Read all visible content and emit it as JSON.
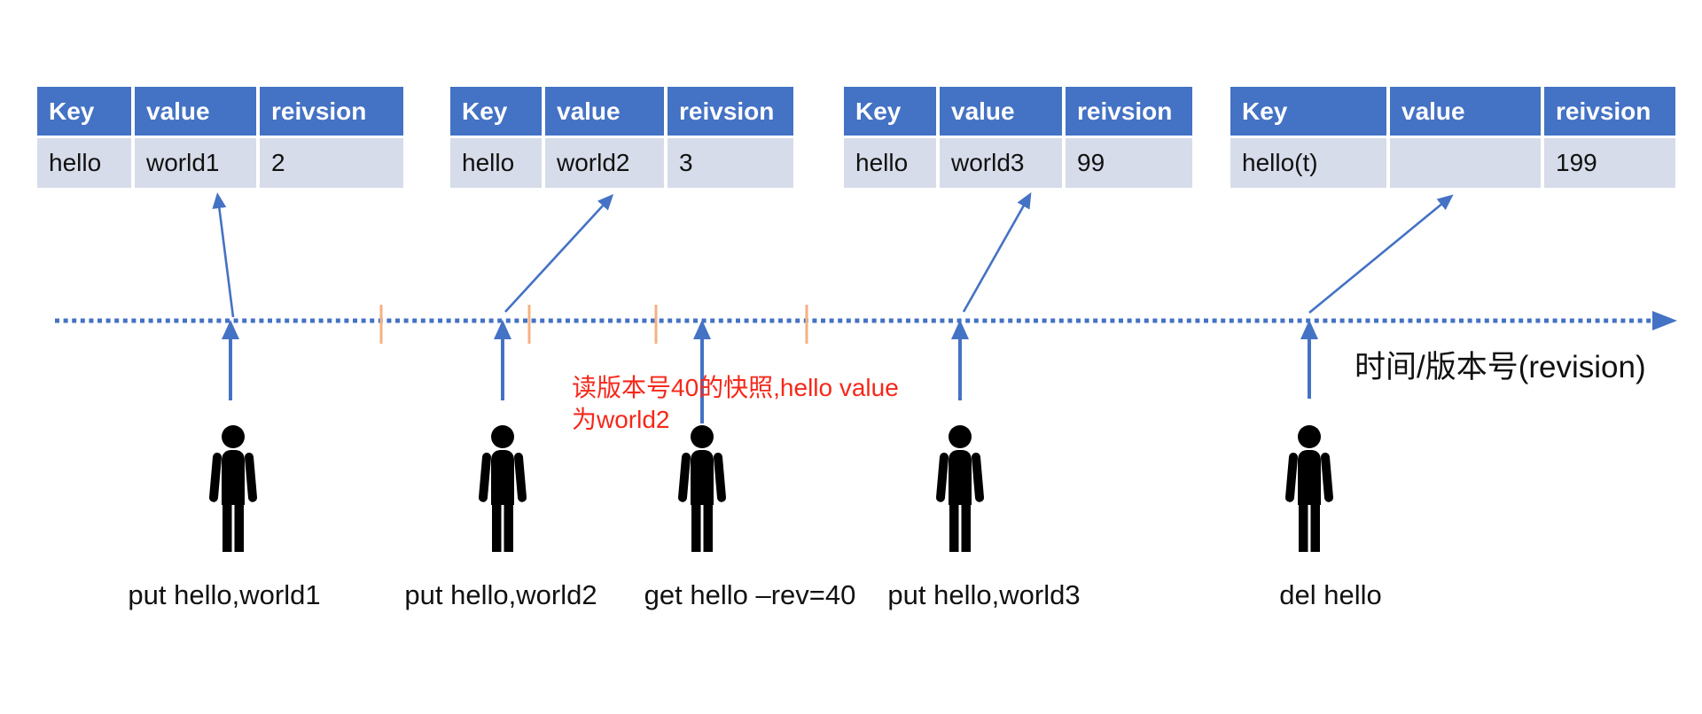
{
  "colors": {
    "header_bg": "#4472C4",
    "row_bg": "#D6DCE9",
    "arrow": "#4472C4",
    "tick": "#F4B183",
    "annotation": "#F5281B"
  },
  "tables": [
    {
      "headers": [
        "Key",
        "value",
        "reivsion"
      ],
      "row": [
        "hello",
        "world1",
        "2"
      ]
    },
    {
      "headers": [
        "Key",
        "value",
        "reivsion"
      ],
      "row": [
        "hello",
        "world2",
        "3"
      ]
    },
    {
      "headers": [
        "Key",
        "value",
        "reivsion"
      ],
      "row": [
        "hello",
        "world3",
        "99"
      ]
    },
    {
      "headers": [
        "Key",
        "value",
        "reivsion"
      ],
      "row": [
        "hello(t)",
        "",
        "199"
      ]
    }
  ],
  "timeline": {
    "label": "时间/版本号(revision)"
  },
  "annotation": {
    "line1": "读版本号40的快照,hello value",
    "line2": "为world2"
  },
  "events": [
    {
      "command": "put hello,world1"
    },
    {
      "command": "put hello,world2"
    },
    {
      "command": "get hello –rev=40"
    },
    {
      "command": "put hello,world3"
    },
    {
      "command": "del hello"
    }
  ]
}
